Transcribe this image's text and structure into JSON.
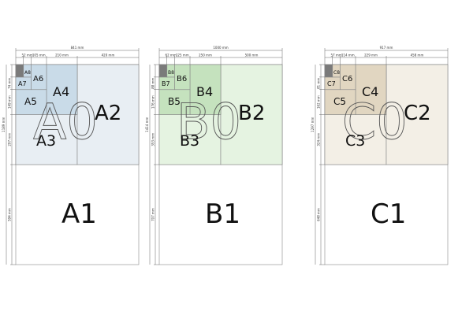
{
  "series": [
    {
      "id": "a",
      "colors": {
        "big": "#e8eef3",
        "small": "#c9dbe8",
        "corner": "#7a7a7a"
      },
      "labels": {
        "p0": "A0",
        "p1": "A1",
        "p2": "A2",
        "p3": "A3",
        "p4": "A4",
        "p5": "A5",
        "p6": "A6",
        "p7": "A7",
        "p8": "A8"
      },
      "dims": {
        "total_width": "841 mm",
        "w8": "52 mm",
        "w7": "105 mm",
        "w6": "210 mm",
        "w4": "420 mm",
        "h7": "74 mm",
        "h5": "149 mm",
        "h3": "297 mm",
        "h1": "594 mm",
        "total_height": "1189 mm"
      }
    },
    {
      "id": "b",
      "colors": {
        "big": "#e5f3e1",
        "small": "#c5e2be",
        "corner": "#7a7a7a"
      },
      "labels": {
        "p0": "B0",
        "p1": "B1",
        "p2": "B2",
        "p3": "B3",
        "p4": "B4",
        "p5": "B5",
        "p6": "B6",
        "p7": "B7",
        "p8": "B8"
      },
      "dims": {
        "total_width": "1000 mm",
        "w8": "62 mm",
        "w7": "125 mm",
        "w6": "250 mm",
        "w4": "500 mm",
        "h7": "88 mm",
        "h5": "176 mm",
        "h3": "353 mm",
        "h1": "707 mm",
        "total_height": "1414 mm"
      }
    },
    {
      "id": "c",
      "colors": {
        "big": "#f3efe6",
        "small": "#e1d6c1",
        "corner": "#7a7a7a"
      },
      "labels": {
        "p0": "C0",
        "p1": "C1",
        "p2": "C2",
        "p3": "C3",
        "p4": "C4",
        "p5": "C5",
        "p6": "C6",
        "p7": "C7",
        "p8": "C8"
      },
      "dims": {
        "total_width": "917 mm",
        "w8": "57 mm",
        "w7": "114 mm",
        "w6": "229 mm",
        "w4": "458 mm",
        "h7": "81 mm",
        "h5": "162 mm",
        "h3": "324 mm",
        "h1": "648 mm",
        "total_height": "1297 mm"
      }
    }
  ]
}
